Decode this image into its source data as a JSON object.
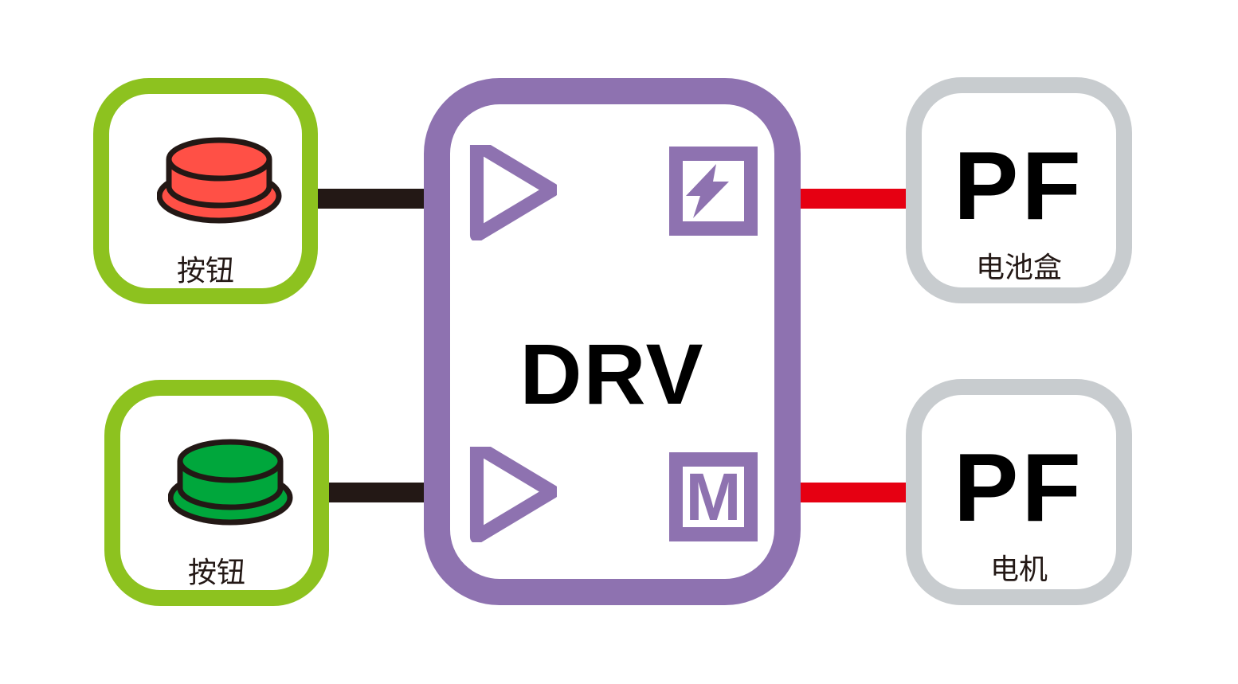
{
  "inputs": [
    {
      "label": "按钮",
      "color": "#ff5046"
    },
    {
      "label": "按钮",
      "color": "#00a73c"
    }
  ],
  "driver": {
    "label": "DRV",
    "motor_icon_label": "M"
  },
  "outputs": [
    {
      "brand": "PF",
      "label": "电池盒"
    },
    {
      "brand": "PF",
      "label": "电机"
    }
  ],
  "colors": {
    "input_border": "#8dc21f",
    "driver_border": "#8e72b0",
    "output_border": "#c8cccf",
    "input_wire": "#231815",
    "output_wire": "#e60012"
  }
}
